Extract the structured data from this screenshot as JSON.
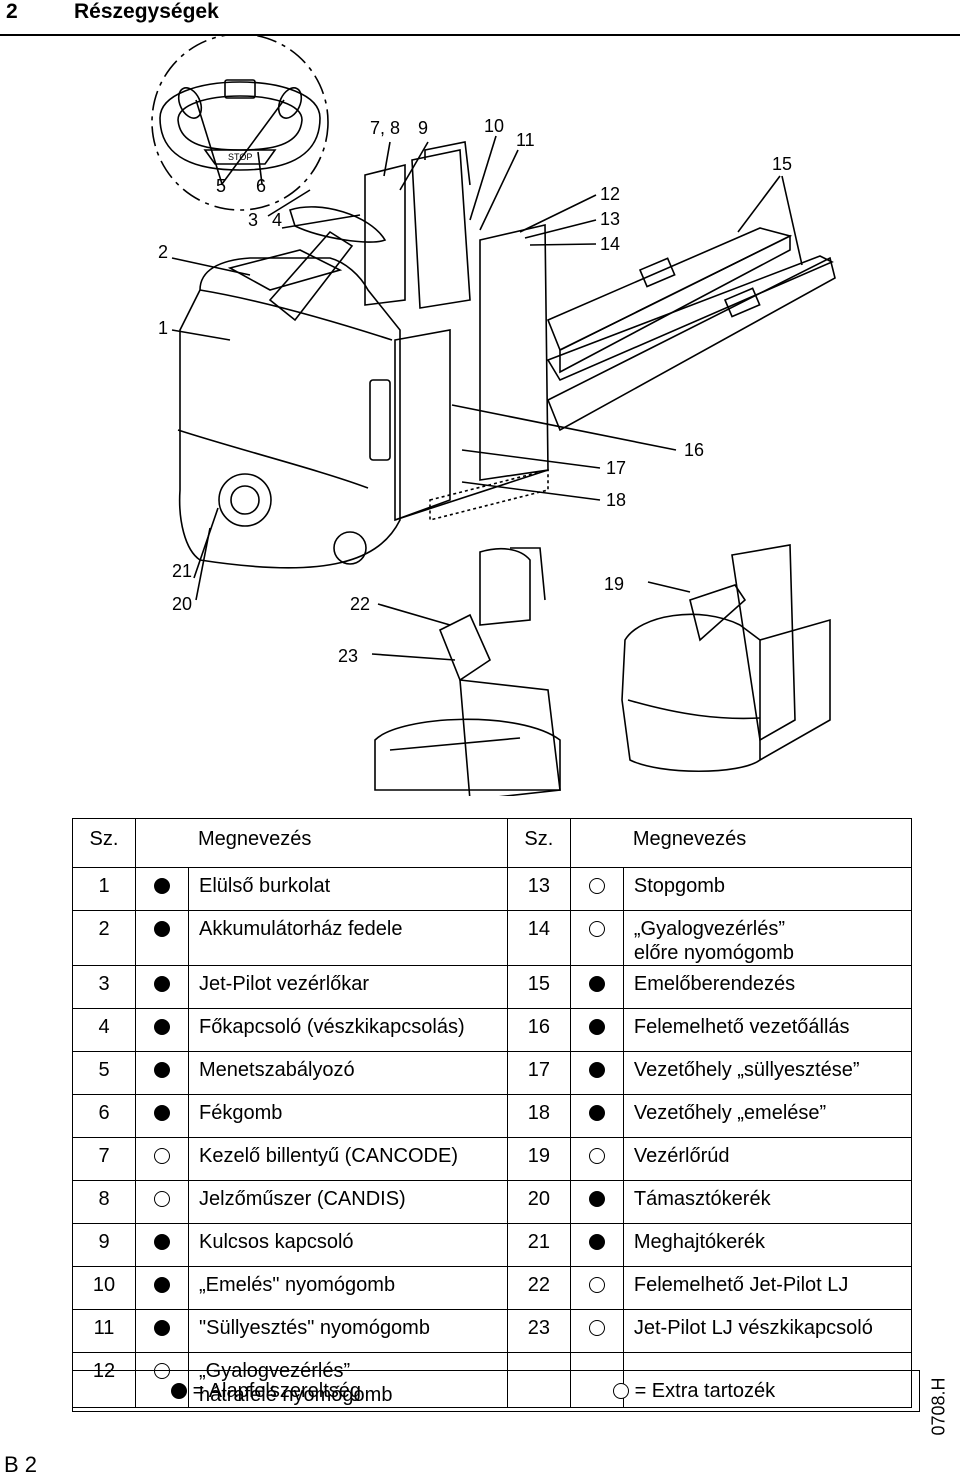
{
  "header": {
    "chapter_number": "2",
    "chapter_title": "Részegységek"
  },
  "figure": {
    "display_label": "STOP",
    "callouts": [
      "5",
      "6",
      "3",
      "4",
      "2",
      "1",
      "7, 8",
      "9",
      "10",
      "11",
      "12",
      "13",
      "14",
      "15",
      "16",
      "17",
      "18",
      "19",
      "21",
      "20",
      "22",
      "23"
    ]
  },
  "table": {
    "col_num": "Sz.",
    "col_name": "Megnevezés",
    "rows": [
      {
        "left": {
          "num": "1",
          "mark": "full",
          "name": "Elülső burkolat"
        },
        "right": {
          "num": "13",
          "mark": "empty",
          "name": "Stopgomb"
        }
      },
      {
        "left": {
          "num": "2",
          "mark": "full",
          "name": "Akkumulátorház fedele"
        },
        "right": {
          "num": "14",
          "mark": "empty",
          "name": "„Gyalogvezérlés”",
          "name2": "előre nyomógomb"
        }
      },
      {
        "left": {
          "num": "3",
          "mark": "full",
          "name": "Jet-Pilot vezérlőkar"
        },
        "right": {
          "num": "15",
          "mark": "full",
          "name": "Emelőberendezés"
        }
      },
      {
        "left": {
          "num": "4",
          "mark": "full",
          "name": "Főkapcsoló (vészkikapcsolás)"
        },
        "right": {
          "num": "16",
          "mark": "full",
          "name": "Felemelhető vezetőállás"
        }
      },
      {
        "left": {
          "num": "5",
          "mark": "full",
          "name": "Menetszabályozó"
        },
        "right": {
          "num": "17",
          "mark": "full",
          "name": "Vezetőhely „süllyesztése”"
        }
      },
      {
        "left": {
          "num": "6",
          "mark": "full",
          "name": "Fékgomb"
        },
        "right": {
          "num": "18",
          "mark": "full",
          "name": "Vezetőhely „emelése”"
        }
      },
      {
        "left": {
          "num": "7",
          "mark": "empty",
          "name": "Kezelő billentyű (CANCODE)"
        },
        "right": {
          "num": "19",
          "mark": "empty",
          "name": "Vezérlőrúd"
        }
      },
      {
        "left": {
          "num": "8",
          "mark": "empty",
          "name": "Jelzőműszer (CANDIS)"
        },
        "right": {
          "num": "20",
          "mark": "full",
          "name": "Támasztókerék"
        }
      },
      {
        "left": {
          "num": "9",
          "mark": "full",
          "name": "Kulcsos kapcsoló"
        },
        "right": {
          "num": "21",
          "mark": "full",
          "name": "Meghajtókerék"
        }
      },
      {
        "left": {
          "num": "10",
          "mark": "full",
          "name": "„Emelés\" nyomógomb"
        },
        "right": {
          "num": "22",
          "mark": "empty",
          "name": "Felemelhető Jet-Pilot LJ"
        }
      },
      {
        "left": {
          "num": "11",
          "mark": "full",
          "name": "\"Süllyesztés\" nyomógomb"
        },
        "right": {
          "num": "23",
          "mark": "empty",
          "name": "Jet-Pilot LJ vészkikapcsoló"
        }
      },
      {
        "left": {
          "num": "12",
          "mark": "empty",
          "name": "„Gyalogvezérlés”",
          "name2": "hátrafelé nyomógomb"
        },
        "right": {
          "num": "",
          "mark": "none",
          "name": ""
        }
      }
    ]
  },
  "legend": {
    "full_label": "= Alapfelszereltség",
    "empty_label": "= Extra tartozék"
  },
  "side_code": "0708.H",
  "page_number": "B 2"
}
